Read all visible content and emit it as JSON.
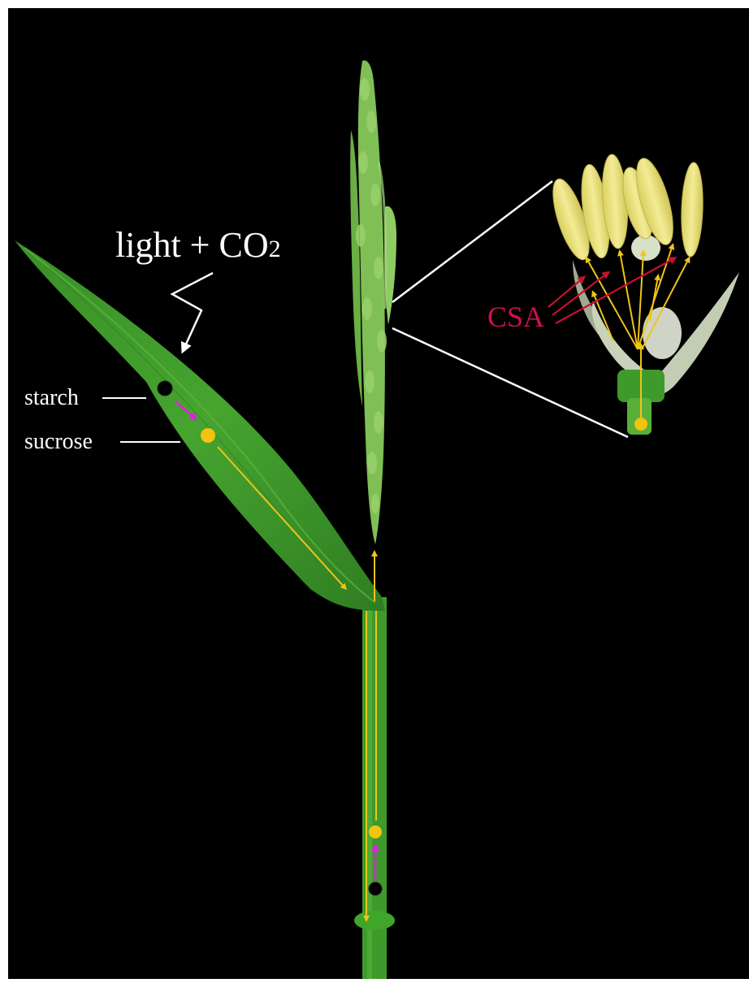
{
  "labels": {
    "light_co2": "light + CO",
    "co2_subscript": "2",
    "starch": "starch",
    "sucrose": "sucrose",
    "csa": "CSA"
  },
  "colors": {
    "background": "#000000",
    "leaf": "#3e9b2a",
    "stem": "#3f9a2c",
    "panicle": "#86c15a",
    "anther": "#e8e07a",
    "sucrose_dot": "#f2c40f",
    "starch_dot": "#000000",
    "sucrose_arrow": "#f0c419",
    "conversion_arrow": "#e020e0",
    "csa_text": "#d0104c",
    "csa_arrow": "#c8102e"
  },
  "icons": [
    "light-arrow-icon",
    "starch-dot-icon",
    "sucrose-dot-icon"
  ]
}
